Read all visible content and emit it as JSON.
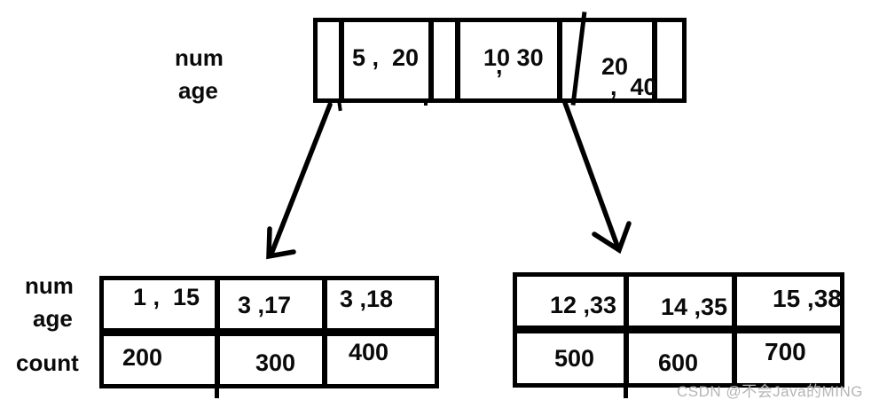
{
  "colors": {
    "ink": "#000000",
    "watermark_gray": "#b5b5b5",
    "background": "#ffffff"
  },
  "root_node": {
    "label_top": "num",
    "label_bottom": "age",
    "key1": "5 ,  20",
    "key2_num": "10",
    "key2_comma": ",",
    "key2_rest": " 30",
    "key3_line1": "20",
    "key3_line2": ",  40"
  },
  "left_table": {
    "label_row1_line1": "num",
    "label_row1_line2": "age",
    "label_row2": "count",
    "keys": [
      "1 ,  15",
      "3 ,17",
      "3 ,18"
    ],
    "counts": [
      "200",
      "300",
      "400"
    ]
  },
  "right_table": {
    "keys": [
      "12 ,33",
      "14 ,35",
      "15 ,38"
    ],
    "counts": [
      "500",
      "600",
      "700"
    ]
  },
  "watermark": "CSDN @不会Java的MING"
}
